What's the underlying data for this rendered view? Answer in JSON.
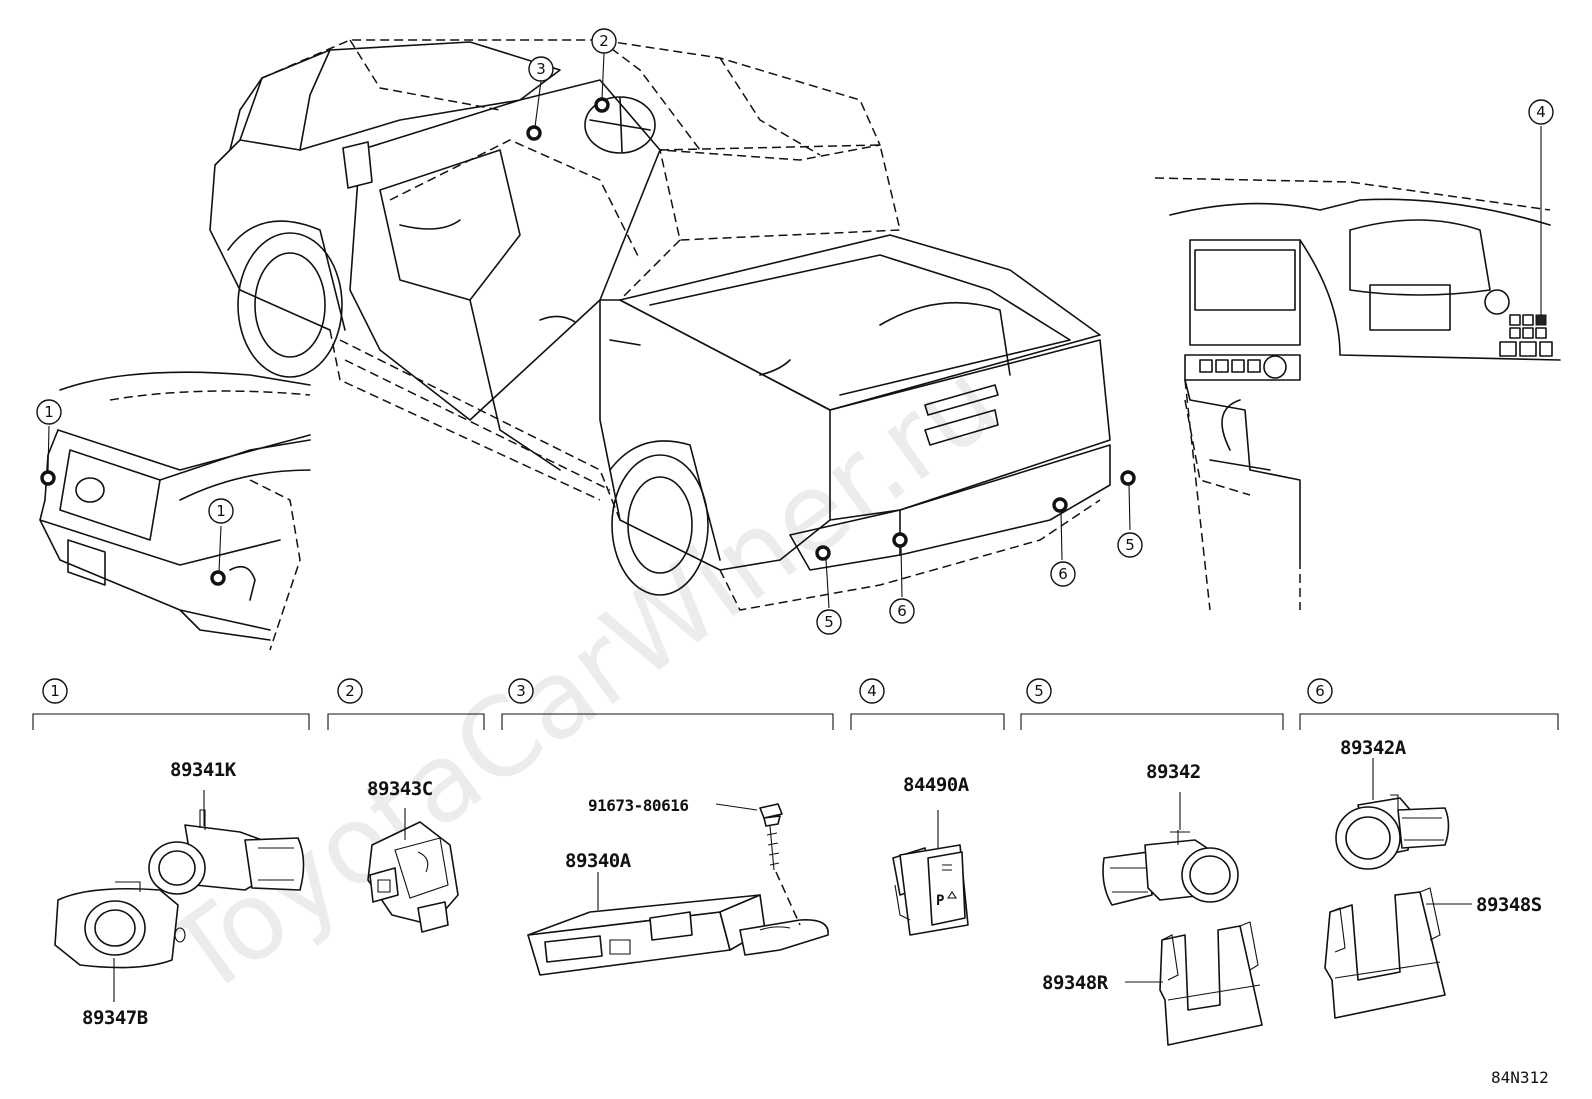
{
  "watermark": "ToyotaCarWiner.ru",
  "diagram_code": "84N312",
  "callouts": [
    {
      "num": "1",
      "parts": [
        "89341K",
        "89347B"
      ]
    },
    {
      "num": "2",
      "parts": [
        "89343C"
      ]
    },
    {
      "num": "3",
      "parts": [
        "91673-80616",
        "89340A"
      ]
    },
    {
      "num": "4",
      "parts": [
        "84490A"
      ]
    },
    {
      "num": "5",
      "parts": [
        "89342",
        "89348R"
      ]
    },
    {
      "num": "6",
      "parts": [
        "89342A",
        "89348S"
      ]
    }
  ]
}
